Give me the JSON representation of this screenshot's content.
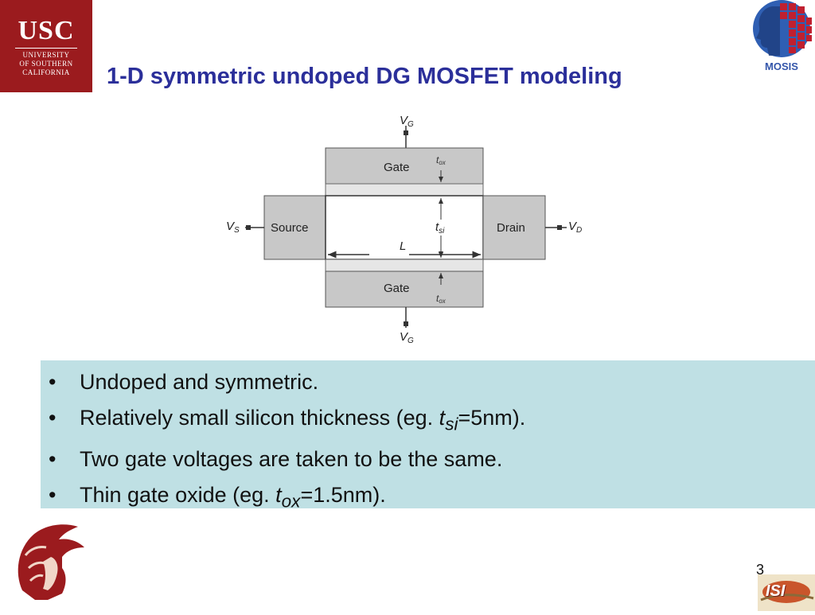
{
  "header": {
    "title": "1-D symmetric undoped DG MOSFET modeling",
    "usc_logo": {
      "line1": "USC",
      "line2": "UNIVERSITY",
      "line3": "OF SOUTHERN",
      "line4": "CALIFORNIA"
    },
    "mosis_logo_text": "MOSIS"
  },
  "diagram": {
    "vg_top": "V",
    "vg_top_sub": "G",
    "vg_bottom": "V",
    "vg_bottom_sub": "G",
    "vs": "V",
    "vs_sub": "S",
    "vd": "V",
    "vd_sub": "D",
    "gate_top": "Gate",
    "gate_bottom": "Gate",
    "source": "Source",
    "drain": "Drain",
    "tox_top": "t",
    "tox_top_sub": "ox",
    "tox_bottom": "t",
    "tox_bottom_sub": "ox",
    "tsi": "t",
    "tsi_sub": "si",
    "length": "L"
  },
  "bullets": {
    "symbol": "•",
    "item1": "Undoped and symmetric.",
    "item2_pre": "Relatively small silicon thickness (eg. ",
    "item2_var": "t",
    "item2_sub": "si",
    "item2_post": "=5nm).",
    "item3": "Two gate voltages are taken to be the same.",
    "item4_pre": "Thin gate oxide (eg. ",
    "item4_var": "t",
    "item4_sub": "ox",
    "item4_post": "=1.5nm)."
  },
  "footer": {
    "page_number": "3",
    "isi_logo_text": "ISI"
  },
  "colors": {
    "title": "#2b2f9a",
    "usc_red": "#9b1b1e",
    "bullet_panel": "#bfe0e4",
    "gate_fill": "#c8c8c8"
  }
}
